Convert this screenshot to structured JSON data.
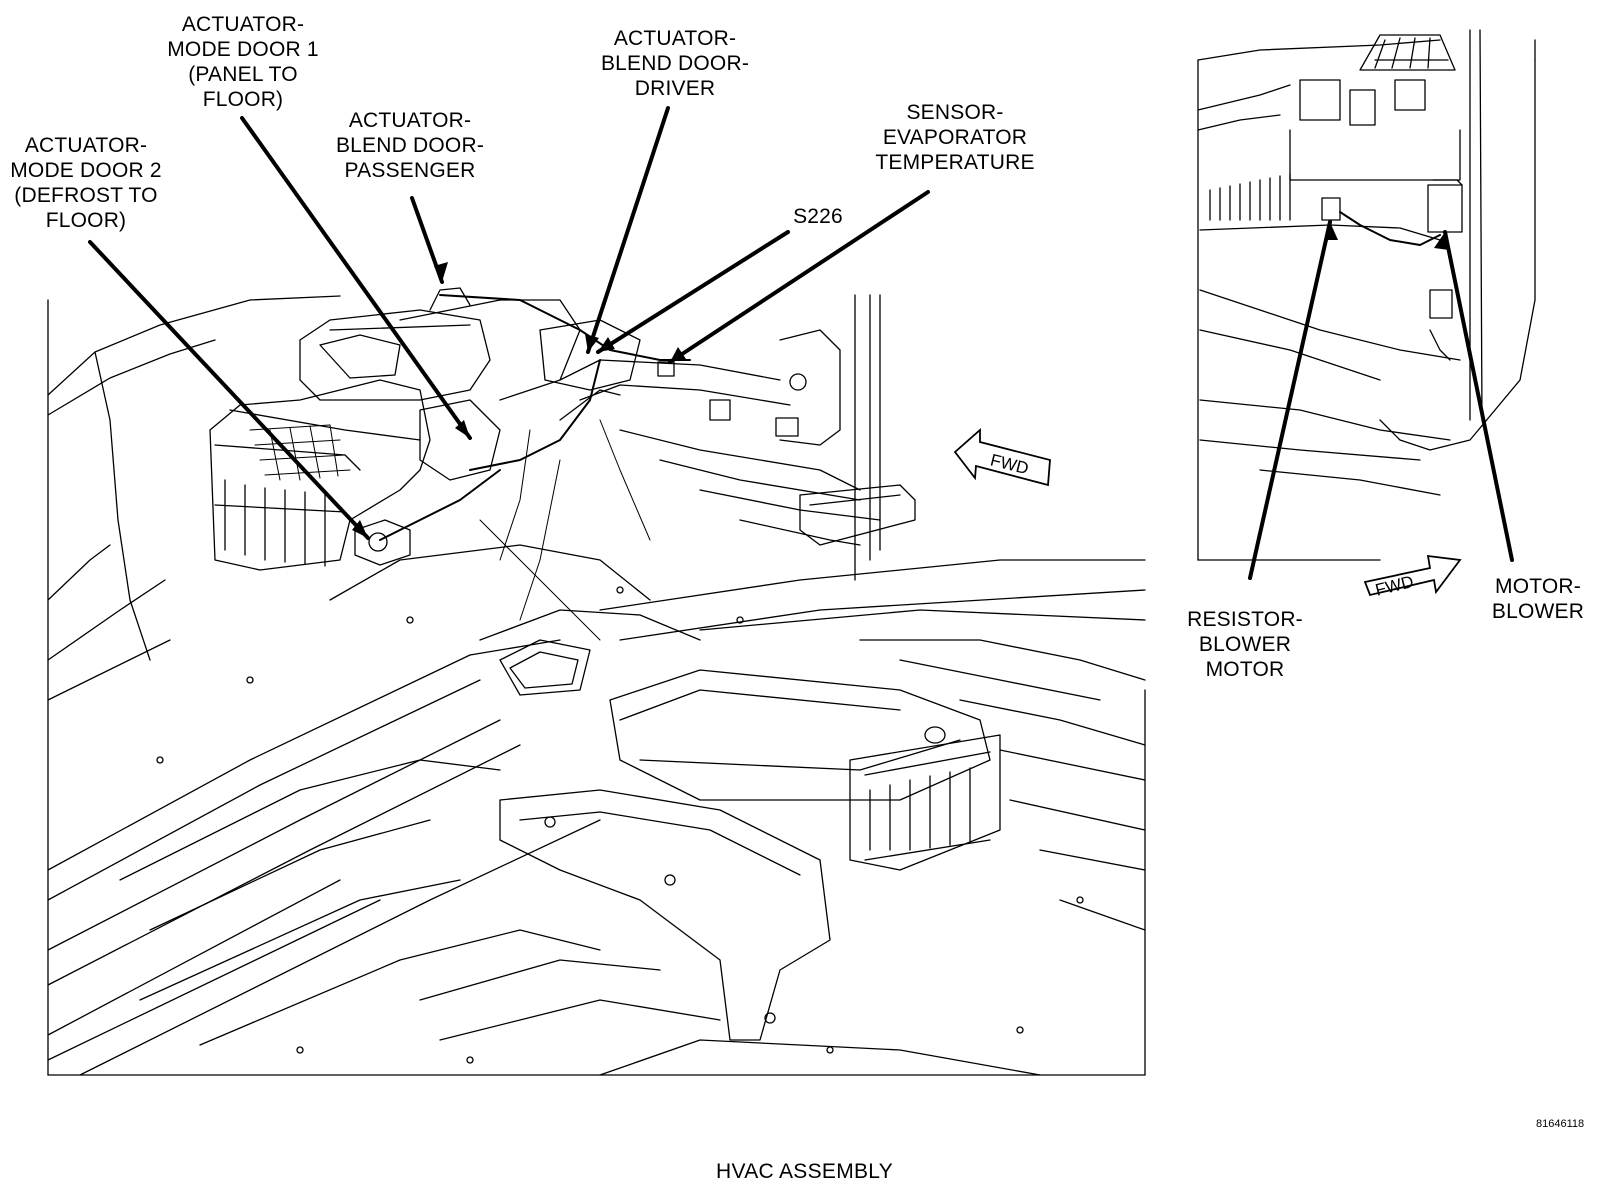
{
  "labels": {
    "mode_door_1": [
      "ACTUATOR-",
      "MODE DOOR 1",
      "(PANEL TO",
      "FLOOR)"
    ],
    "mode_door_2": [
      "ACTUATOR-",
      "MODE DOOR 2",
      "(DEFROST TO",
      "FLOOR)"
    ],
    "blend_passenger": [
      "ACTUATOR-",
      "BLEND DOOR-",
      "PASSENGER"
    ],
    "blend_driver": [
      "ACTUATOR-",
      "BLEND DOOR-",
      "DRIVER"
    ],
    "evap_sensor": [
      "SENSOR-",
      "EVAPORATOR",
      "TEMPERATURE"
    ],
    "splice": [
      "S226"
    ],
    "resistor": [
      "RESISTOR-",
      "BLOWER",
      "MOTOR"
    ],
    "motor": [
      "MOTOR-",
      "BLOWER"
    ]
  },
  "fwd_arrows": [
    "FWD",
    "FWD"
  ],
  "figure_id": "81646118",
  "title": "HVAC ASSEMBLY",
  "colors": {
    "line": "#000000",
    "background": "#ffffff"
  }
}
